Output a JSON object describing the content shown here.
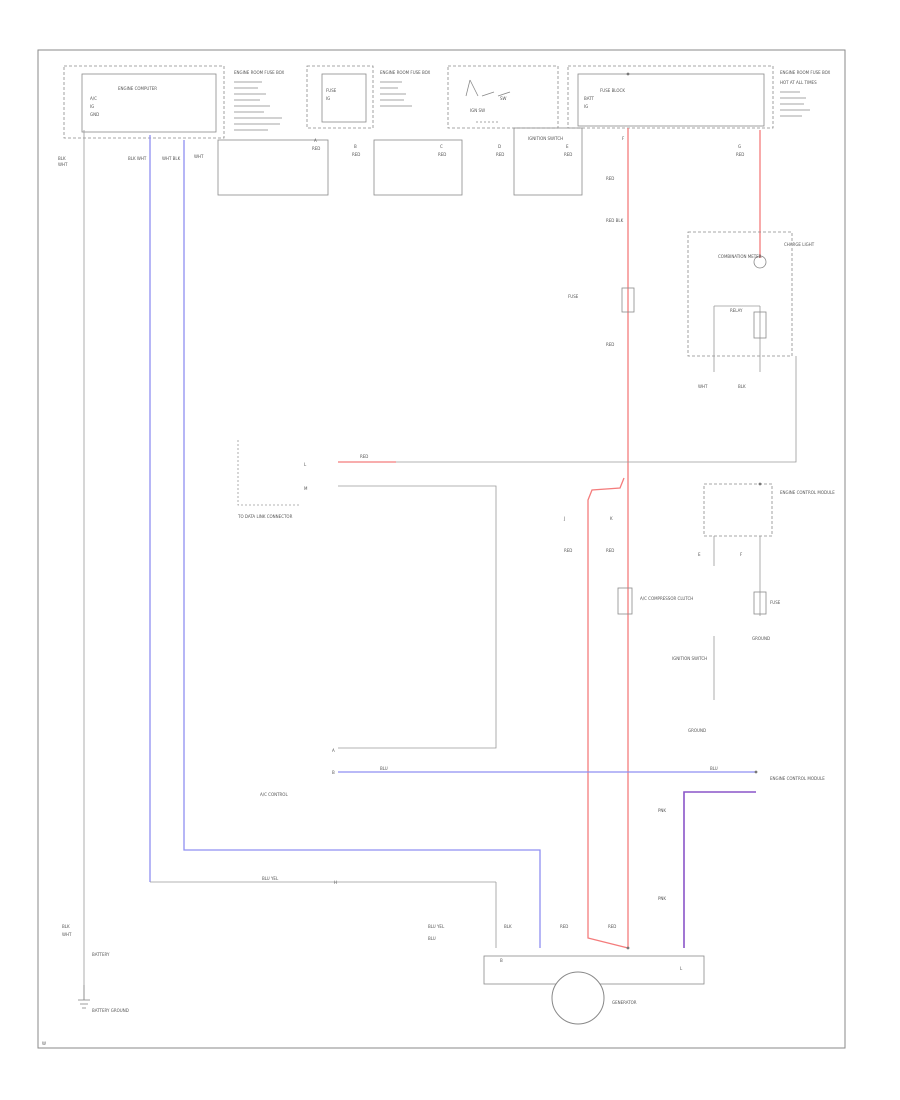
{
  "diagram": {
    "frame_id": "W",
    "top_modules": [
      {
        "pins": [
          "A/C",
          "IG",
          "GND"
        ],
        "module": "ENGINE COMPUTER"
      },
      {
        "pins": [
          "IG"
        ],
        "module": "FUSE"
      },
      {
        "pins": [
          "SW"
        ],
        "module": "IGN SW"
      },
      {
        "pins": [
          "BATT",
          "IG"
        ],
        "module": "FUSE BLOCK"
      }
    ],
    "side_labels": [
      "ENGINE ROOM FUSE BOX",
      "ENGINE ROOM FUSE BOX",
      "ENGINE ROOM FUSE BOX",
      "HOT AT ALL TIMES"
    ],
    "wire_codes": {
      "blk": "BLK",
      "wht": "WHT",
      "red": "RED",
      "blu": "BLU",
      "pnk": "PNK",
      "blk_wht": "BLK WHT",
      "wht_blk": "WHT BLK",
      "red_blk": "RED BLK",
      "blu_yel": "BLU YEL"
    },
    "components": {
      "generator": "GENERATOR",
      "battery": "BATTERY",
      "battery_ground": "BATTERY GROUND",
      "charge_light": "CHARGE LIGHT",
      "fuse_small": "FUSE",
      "relay": "RELAY",
      "ac_compressor": "A/C COMPRESSOR CLUTCH",
      "combination_meter": "COMBINATION METER",
      "engine_control_module": "ENGINE CONTROL MODULE",
      "data_link": "TO DATA LINK CONNECTOR",
      "ignition_switch": "IGNITION SWITCH",
      "ac_control": "A/C CONTROL",
      "ground": "GROUND"
    },
    "connector_ids": [
      "A",
      "B",
      "C",
      "D",
      "E",
      "F",
      "G",
      "H",
      "J",
      "K",
      "L",
      "M"
    ]
  }
}
